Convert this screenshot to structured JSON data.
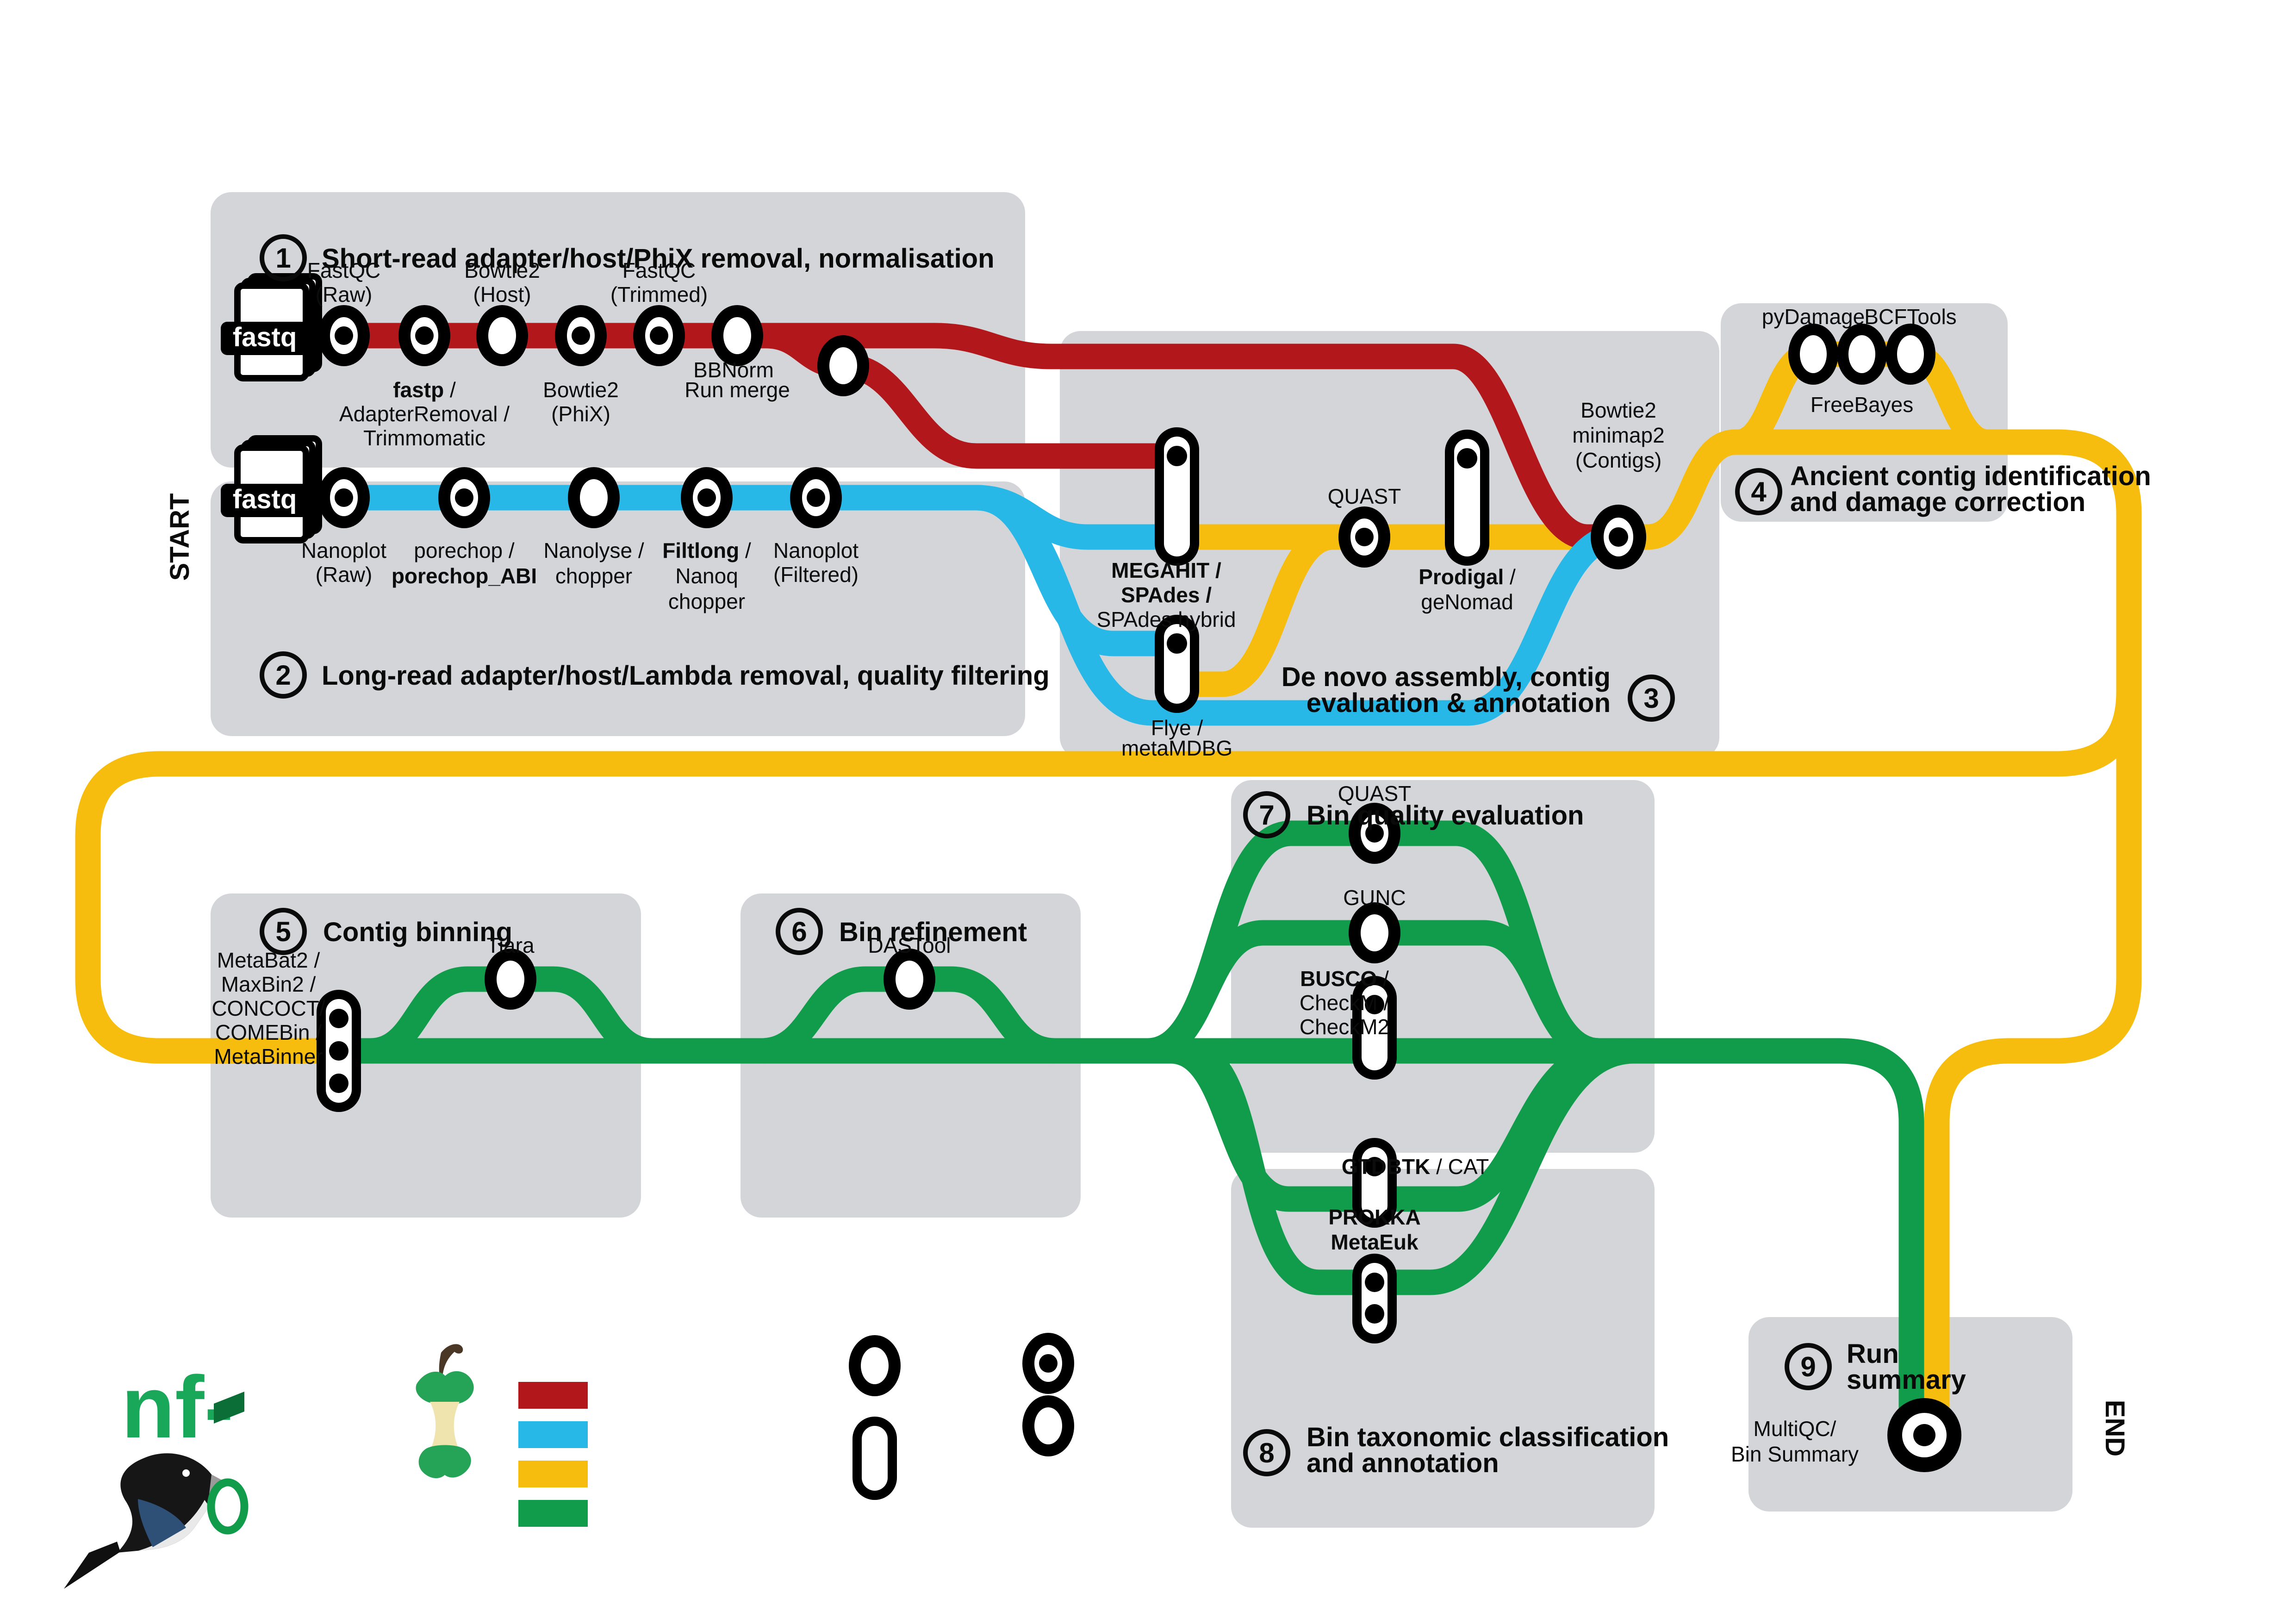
{
  "endpoints": {
    "start": "START",
    "end": "END"
  },
  "file_icon": {
    "label": "fastq"
  },
  "logo": {
    "text": "nf-"
  },
  "colors": {
    "short_reads_line": "#b2181b",
    "long_reads_line": "#28b8e8",
    "contigs_line": "#f6bd0f",
    "bins_line": "#109c4b",
    "panel_gray": "#d3d5d9"
  },
  "s1": {
    "num": "1",
    "title": "Short-read adapter/host/PhiX removal, normalisation",
    "fastqc": "FastQC",
    "raw": "(Raw)",
    "bowtie2": "Bowtie2",
    "host": "(Host)",
    "fastqc2": "FastQC",
    "trimmed": "(Trimmed)",
    "fastp_b": "fastp",
    "fastp_r": " /",
    "adapter": "AdapterRemoval /",
    "trimmo": "Trimmomatic",
    "bowtie2b": "Bowtie2",
    "phix": "(PhiX)",
    "runmerge": "Run merge",
    "bbnorm": "BBNorm"
  },
  "s2": {
    "num": "2",
    "title": "Long-read adapter/host/Lambda removal, quality filtering",
    "nanoplot": "Nanoplot",
    "raw": "(Raw)",
    "porechop": "porechop /",
    "porechop_abi": "porechop_ABI",
    "nanolyse": "Nanolyse /",
    "chopper": "chopper",
    "filtlong_b": "Filtlong",
    "filtlong_r": " /",
    "nanoq": "Nanoq",
    "chopper2": "chopper",
    "nanoplot2": "Nanoplot",
    "filtered": "(Filtered)"
  },
  "s3": {
    "num": "3",
    "t1": "De novo assembly, contig",
    "t2": "evaluation & annotation",
    "megahit": "MEGAHIT /",
    "spades": "SPAdes /",
    "spades_h": "SPAdes hybrid",
    "quast": "QUAST",
    "prodigal_b": "Prodigal",
    "prodigal_r": " /",
    "genomad": "geNomad",
    "bowtie2": "Bowtie2",
    "minimap2": "minimap2",
    "contigs": "(Contigs)",
    "flye": "Flye /",
    "metamdbg": "metaMDBG"
  },
  "s4": {
    "num": "4",
    "t1": "Ancient contig identification",
    "t2": "and damage correction",
    "pydamage": "pyDamage",
    "bcftools": "BCFTools",
    "freebayes": "FreeBayes"
  },
  "s5": {
    "num": "5",
    "title": "Contig binning",
    "l1": "MetaBat2 /",
    "l2": "MaxBin2 /",
    "l3": "CONCOCT/",
    "l4": "COMEBin /",
    "l5": "MetaBinner",
    "tiara": "Tiara"
  },
  "s6": {
    "num": "6",
    "title": "Bin refinement",
    "dastool": "DASTool"
  },
  "s7": {
    "num": "7",
    "title": "Bin quality evaluation",
    "quast": "QUAST",
    "gunc": "GUNC",
    "busco_b": "BUSCO",
    "busco_r": " /",
    "checkm": "CheckM /",
    "checkm2": "CheckM2"
  },
  "s8": {
    "num": "8",
    "t1": "Bin taxonomic classification",
    "t2": "and annotation",
    "gtdbtk_b": "GTDBTK",
    "gtdbtk_r": " / CAT",
    "prokka": "PROKKA",
    "metaeuk": "MetaEuk"
  },
  "s9": {
    "num": "9",
    "t1": "Run",
    "t2": "summary",
    "multiqc": "MultiQC/",
    "binsummary": "Bin Summary"
  }
}
